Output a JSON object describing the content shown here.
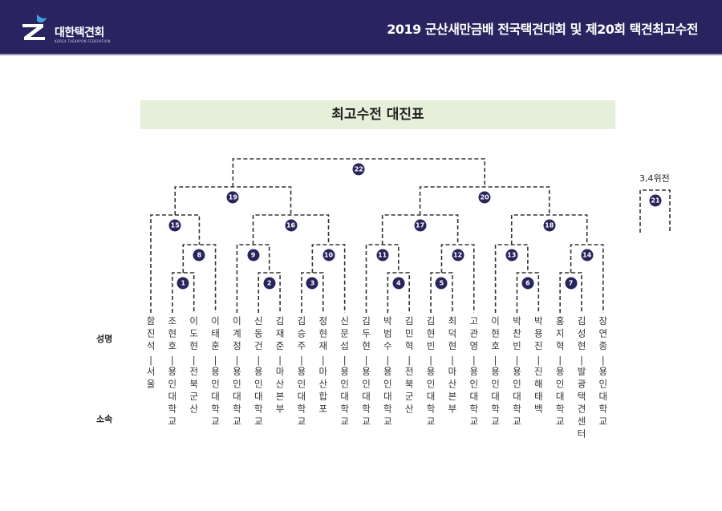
{
  "header": {
    "logo_text": "대한택견회",
    "logo_subtext": "KOREA TAEKKYON FEDERATION",
    "event_title": "2019 군산새만금배 전국택견대회 및 제20회 택견최고수전"
  },
  "title": "최고수전 대진표",
  "labels": {
    "name": "성명",
    "affiliation": "소속",
    "third_place": "3,4위전"
  },
  "separator": "|",
  "players": [
    {
      "name": "함진석",
      "affiliation": "서울"
    },
    {
      "name": "조현호",
      "affiliation": "용인대학교"
    },
    {
      "name": "이도현",
      "affiliation": "전북군산"
    },
    {
      "name": "이태훈",
      "affiliation": "용인대학교"
    },
    {
      "name": "이계정",
      "affiliation": "용인대학교"
    },
    {
      "name": "신동건",
      "affiliation": "용인대학교"
    },
    {
      "name": "김재준",
      "affiliation": "마산본부"
    },
    {
      "name": "김승주",
      "affiliation": "용인대학교"
    },
    {
      "name": "정현재",
      "affiliation": "마산합포"
    },
    {
      "name": "신문섭",
      "affiliation": "용인대학교"
    },
    {
      "name": "김두현",
      "affiliation": "용인대학교"
    },
    {
      "name": "박범수",
      "affiliation": "용인대학교"
    },
    {
      "name": "김민혁",
      "affiliation": "전북군산"
    },
    {
      "name": "김현빈",
      "affiliation": "용인대학교"
    },
    {
      "name": "최덕현",
      "affiliation": "마산본부"
    },
    {
      "name": "고관영",
      "affiliation": "용인대학교"
    },
    {
      "name": "이현호",
      "affiliation": "용인대학교"
    },
    {
      "name": "박찬빈",
      "affiliation": "용인대학교"
    },
    {
      "name": "박용진",
      "affiliation": "진해태백"
    },
    {
      "name": "홍지혁",
      "affiliation": "용인대학교"
    },
    {
      "name": "김성현",
      "affiliation": "발광택견센터"
    },
    {
      "name": "장연종",
      "affiliation": "용인대학교"
    }
  ],
  "matches": [
    "1",
    "2",
    "3",
    "4",
    "5",
    "6",
    "7",
    "8",
    "9",
    "10",
    "11",
    "12",
    "13",
    "14",
    "15",
    "16",
    "17",
    "18",
    "19",
    "20",
    "21",
    "22"
  ],
  "colors": {
    "header_bg": "#29235f",
    "badge": "#28245c",
    "title_bar": "#e5efd9"
  }
}
